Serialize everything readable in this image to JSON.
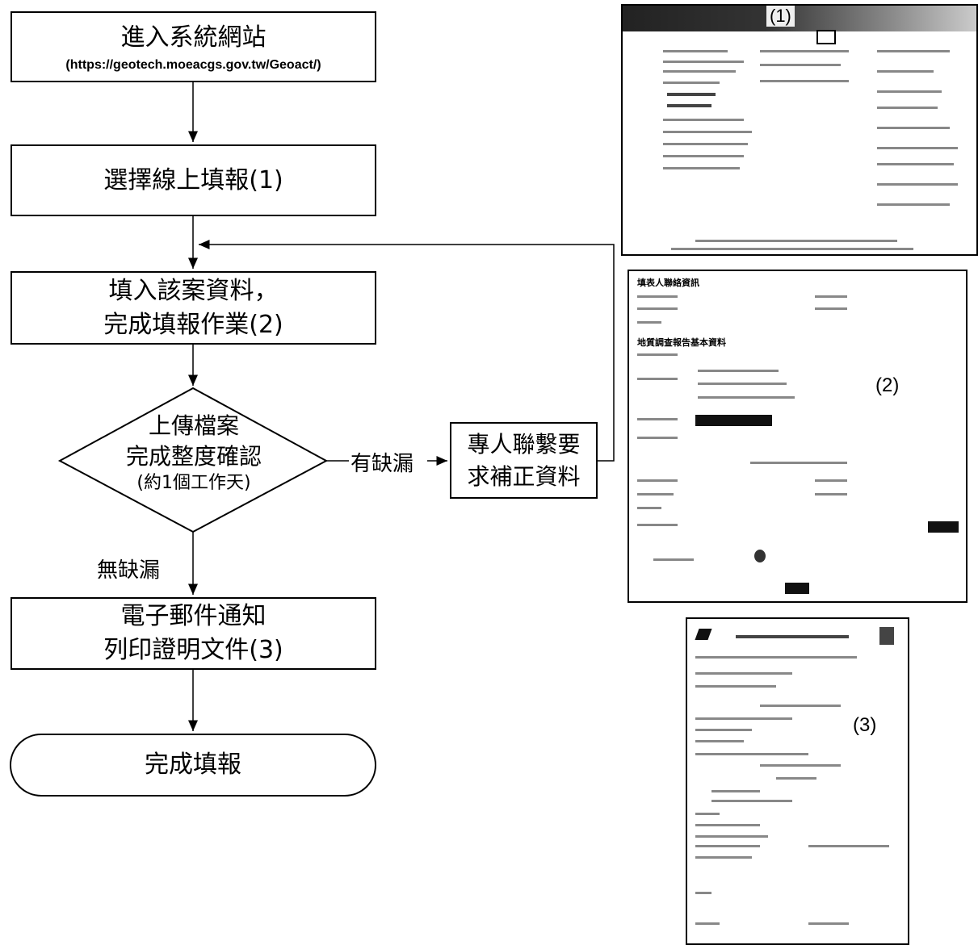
{
  "flow": {
    "step1_title": "進入系統網站",
    "step1_url": "(https://geotech.moeacgs.gov.tw/Geoact/)",
    "step2": "選擇線上填報(1)",
    "step3_line1": "填入該案資料，",
    "step3_line2": "完成填報作業(2)",
    "decision_line1": "上傳檔案",
    "decision_line2": "完成整度確認",
    "decision_line3": "(約1個工作天)",
    "missing_label": "有缺漏",
    "contact_line1": "專人聯繫要",
    "contact_line2": "求補正資料",
    "complete_label": "無缺漏",
    "step5_line1": "電子郵件通知",
    "step5_line2": "列印證明文件(3)",
    "end": "完成填報"
  },
  "screenshots": {
    "shot1_tag": "(1)",
    "shot2_tag": "(2)",
    "shot3_tag": "(3)",
    "shot2_heading1": "填表人聯絡資訊",
    "shot2_heading2": "地質調查報告基本資料"
  }
}
